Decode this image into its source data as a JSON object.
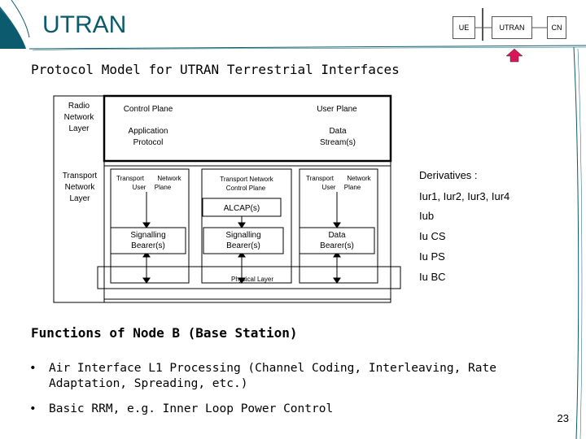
{
  "header": {
    "title": "UTRAN",
    "boxes": {
      "ue": "UE",
      "utran": "UTRAN",
      "cn": "CN"
    }
  },
  "subtitle": "Protocol Model for UTRAN Terrestrial Interfaces",
  "diagram": {
    "layers": {
      "radio_network": [
        "Radio",
        "Network",
        "Layer"
      ],
      "transport_network": [
        "Transport",
        "Network",
        "Layer"
      ]
    },
    "planes": {
      "control": "Control Plane",
      "user": "User Plane"
    },
    "application_protocol": [
      "Application",
      "Protocol"
    ],
    "data_streams": [
      "Data",
      "Stream(s)"
    ],
    "tnl_user_plane_left": {
      "top": [
        "Transport",
        "Network"
      ],
      "bottom": [
        "User",
        "Plane"
      ]
    },
    "tnl_control_plane": [
      "Transport Network",
      "Control Plane"
    ],
    "tnl_user_plane_right": {
      "top": [
        "Transport",
        "Network"
      ],
      "bottom": [
        "User",
        "Plane"
      ]
    },
    "alcap": "ALCAP(s)",
    "signalling_bearer_left": [
      "Signalling",
      "Bearer(s)"
    ],
    "signalling_bearer_mid": [
      "Signalling",
      "Bearer(s)"
    ],
    "data_bearer": [
      "Data",
      "Bearer(s)"
    ],
    "physical_layer": "Physical Layer"
  },
  "derivatives": {
    "title": "Derivatives :",
    "items": [
      "Iur1, Iur2, Iur3, Iur4",
      "Iub",
      "Iu CS",
      "Iu PS",
      "Iu BC"
    ]
  },
  "functions": {
    "title": "Functions of Node B (Base Station)",
    "bullets": [
      "Air Interface L1 Processing (Channel Coding, Interleaving, Rate Adaptation, Spreading, etc.)",
      "Basic RRM, e.g. Inner Loop Power Control"
    ]
  },
  "page_number": "23",
  "colors": {
    "title": "#0b5a6e",
    "accent": "#d9155a",
    "swoosh": "#0b5a6e"
  }
}
